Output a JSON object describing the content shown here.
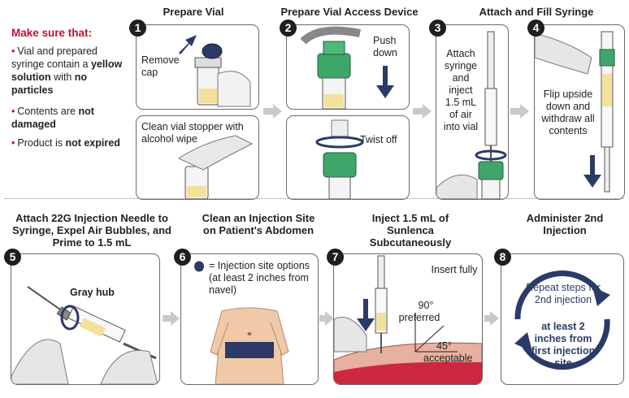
{
  "make_sure": {
    "title": "Make sure that:",
    "items": [
      {
        "pre": "Vial and prepared syringe contain a ",
        "b1": "yellow solution",
        "mid": " with ",
        "b2": "no particles"
      },
      {
        "pre": "Contents are ",
        "b1": "not damaged"
      },
      {
        "pre": "Product is ",
        "b1": "not expired"
      }
    ]
  },
  "steps": [
    {
      "number": "1",
      "title": "Prepare Vial",
      "remove_cap": "Remove cap",
      "clean_stopper": "Clean vial stopper with alcohol wipe"
    },
    {
      "number": "2",
      "title": "Prepare Vial Access Device",
      "push_down": "Push down",
      "twist_off": "Twist off"
    },
    {
      "number": "3",
      "title": "",
      "text": "Attach syringe and inject 1.5 mL of air into vial"
    },
    {
      "number": "4",
      "title": "Attach and Fill Syringe",
      "text": "Flip upside down and withdraw all contents"
    },
    {
      "number": "5",
      "title": "Attach 22G Injection Needle to Syringe, Expel Air Bubbles, and Prime to 1.5 mL",
      "gray_hub": "Gray hub"
    },
    {
      "number": "6",
      "title": "Clean an Injection Site on Patient's Abdomen",
      "legend": "= Injection site options (at least 2 inches from navel)"
    },
    {
      "number": "7",
      "title": "Inject 1.5 mL of Sunlenca Subcutaneously",
      "insert_fully": "Insert fully",
      "angle90": "90°",
      "preferred": "preferred",
      "angle45": "45°",
      "acceptable": "acceptable"
    },
    {
      "number": "8",
      "title": "Administer 2nd Injection",
      "repeat": "Repeat steps for 2nd injection",
      "bold": "at least 2 inches from first injection site"
    }
  ],
  "colors": {
    "accent_red": "#c8102e",
    "navy": "#2b3a67",
    "green": "#3fa66a",
    "yellow": "#f3e19b"
  }
}
